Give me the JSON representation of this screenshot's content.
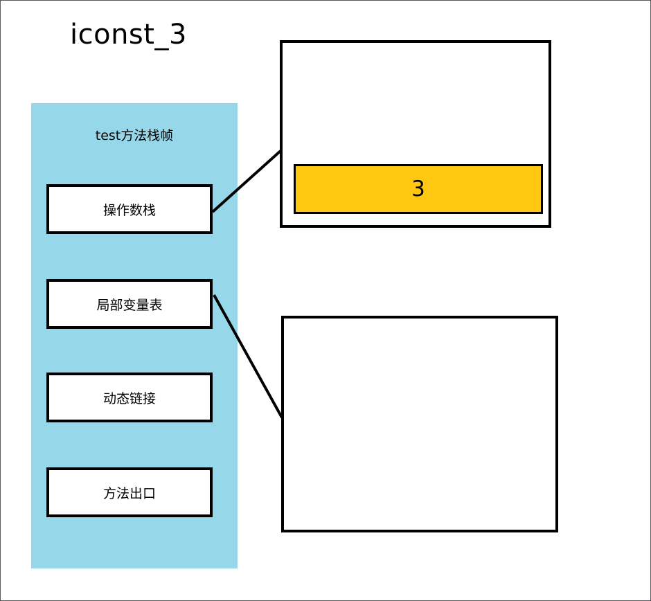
{
  "title": "iconst_3",
  "stack_frame": {
    "label": "test方法栈帧",
    "slots": [
      {
        "label": "操作数栈"
      },
      {
        "label": "局部变量表"
      },
      {
        "label": "动态链接"
      },
      {
        "label": "方法出口"
      }
    ]
  },
  "operand_stack_panel": {
    "entries": [
      {
        "value": "3"
      }
    ]
  },
  "locals_table_panel": {
    "entries": []
  },
  "colors": {
    "frame_background": "#96d8ea",
    "highlight": "#ffc711",
    "outline": "#000000",
    "page_border": "#58585a",
    "background": "#ffffff"
  }
}
